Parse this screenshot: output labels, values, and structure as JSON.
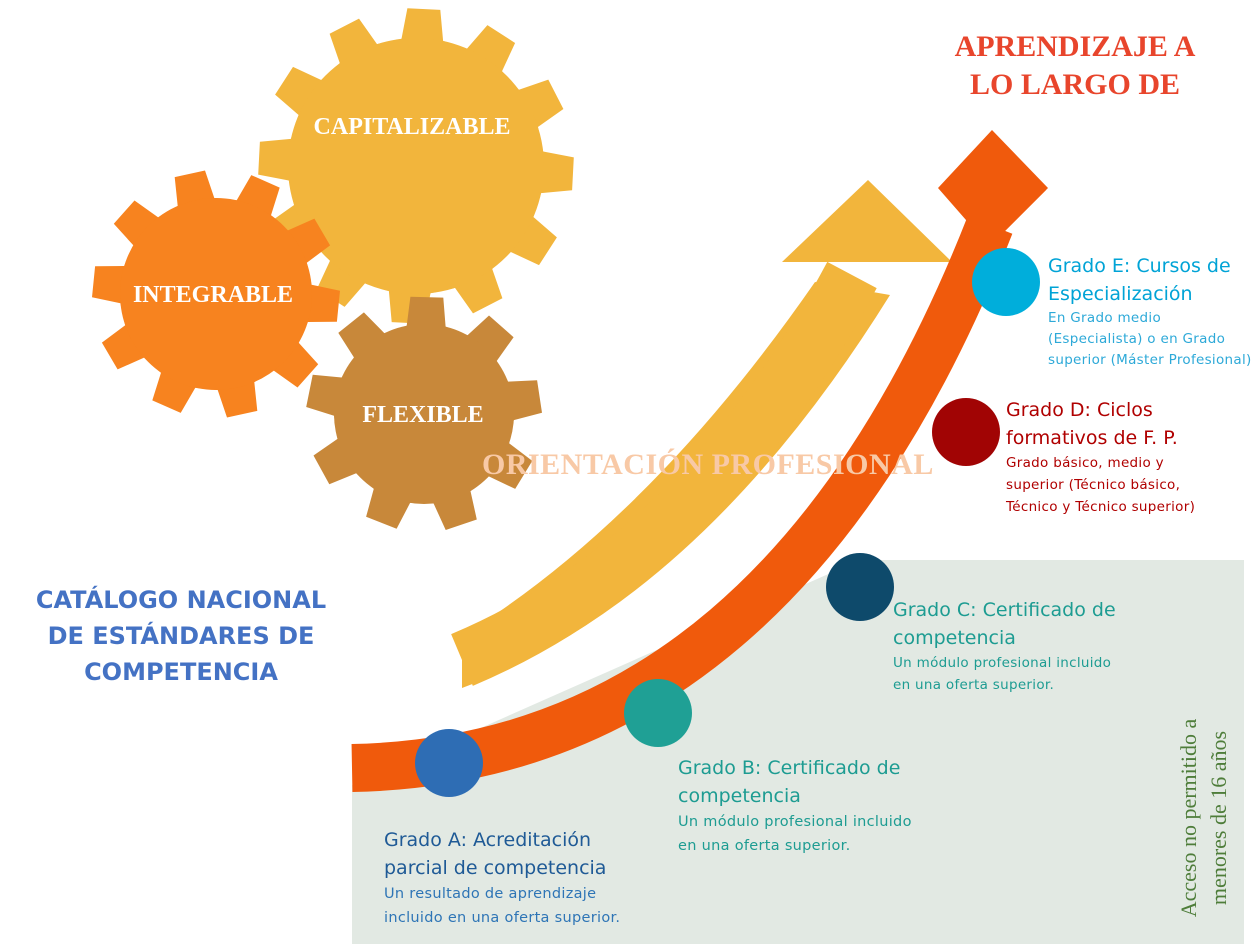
{
  "title_lines": [
    "APRENDIZAJE A",
    "LO LARGO DE"
  ],
  "catalog_lines": [
    "CATÁLOGO NACIONAL",
    "DE ESTÁNDARES DE",
    "COMPETENCIA"
  ],
  "gears": {
    "capitalizable": "CAPITALIZABLE",
    "integrable": "INTEGRABLE",
    "flexible": "FLEXIBLE"
  },
  "arrow_label": "ORIENTACIÓN PROFESIONAL",
  "access_note_lines": [
    "Acceso no permitido a",
    "menores de 16 años"
  ],
  "grades": {
    "a": {
      "title_lines": [
        "Grado A: Acreditación",
        "parcial de competencia"
      ],
      "desc_lines": [
        "Un resultado de aprendizaje",
        "incluido en una oferta superior."
      ],
      "color": "#2E6DB4"
    },
    "b": {
      "title_lines": [
        "Grado B: Certificado de",
        "competencia"
      ],
      "desc_lines": [
        "Un módulo profesional incluido",
        "en una oferta superior."
      ],
      "color": "#1FA095"
    },
    "c": {
      "title_lines": [
        "Grado C: Certificado de",
        "competencia"
      ],
      "desc_lines": [
        "Un módulo profesional incluido",
        "en una oferta superior."
      ],
      "color": "#0E4A6B"
    },
    "d": {
      "title_lines": [
        "Grado D: Ciclos",
        "formativos de F. P."
      ],
      "desc_lines": [
        "Grado básico, medio y",
        "superior (Técnico básico,",
        "Técnico y Técnico superior)"
      ],
      "color": "#A10404"
    },
    "e": {
      "title_lines": [
        "Grado E: Cursos de",
        "Especialización"
      ],
      "desc_lines": [
        "En Grado medio",
        "(Especialista) o en Grado",
        "superior (Máster Profesional)"
      ],
      "color": "#00AEDB"
    }
  },
  "colors": {
    "title_red": "#E8452C",
    "catalog_blue": "#4472C4",
    "gear_orange": "#F7831F",
    "gear_yellow": "#F2B53C",
    "gear_brown": "#C8883A",
    "yellow_arrow": "#F2B53C",
    "orange_arrow": "#F05A0C",
    "panel_bg": "#E2E9E3",
    "note_green": "#4E7D3A",
    "arrow_label": "#F8C9A6",
    "text_dark_blue": "#1F5A96",
    "text_blue": "#2E75B6",
    "text_teal": "#1D9C92",
    "text_dark_red": "#B00000",
    "text_cyan": "#00A3D6"
  }
}
